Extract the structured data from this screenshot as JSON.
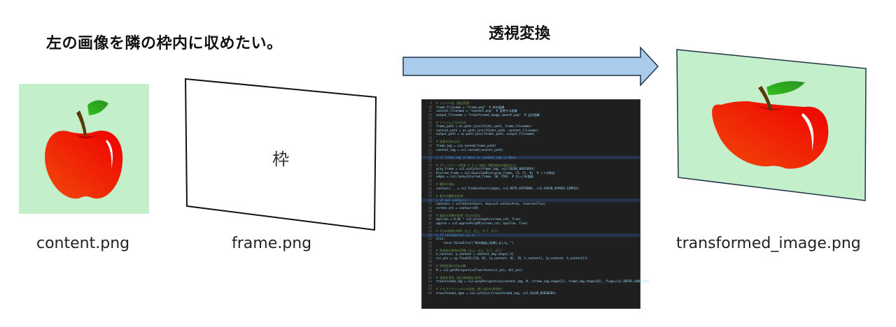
{
  "headline": "左の画像を隣の枠内に収めたい。",
  "arrow": {
    "label": "透視変換",
    "fill_color": "#a9cbec",
    "stroke_color": "#1f3347"
  },
  "content_image": {
    "caption": "content.png",
    "background_color": "#c3f0cb",
    "subject": "apple-icon"
  },
  "frame_image": {
    "caption": "frame.png",
    "label": "枠"
  },
  "transformed_image": {
    "caption": "transformed_image.png",
    "background_color": "#c3f0cb",
    "subject": "apple-icon"
  },
  "code_editor": {
    "background_color": "#1f1f1f",
    "lines": [
      {
        "n": "9",
        "text": "# ファイル名（適宜変更）",
        "type": "comment"
      },
      {
        "n": "10",
        "text": "frame_filename = \"frame.png\"  # 枠の画像",
        "type": "code"
      },
      {
        "n": "11",
        "text": "content_filename = \"content.png\"  # 変更する画像",
        "type": "code"
      },
      {
        "n": "12",
        "text": "output_filename = \"transformed_image_smooth.png\"  # 出力画像",
        "type": "code"
      },
      {
        "n": "13",
        "text": "",
        "type": "blank"
      },
      {
        "n": "14",
        "text": "# ファイルパスの生成",
        "type": "comment"
      },
      {
        "n": "15",
        "text": "frame_path = os.path.join(folder_path, frame_filename)",
        "type": "code"
      },
      {
        "n": "16",
        "text": "content_path = os.path.join(folder_path, content_filename)",
        "type": "code"
      },
      {
        "n": "17",
        "text": "output_path = os.path.join(folder_path, output_filename)",
        "type": "code"
      },
      {
        "n": "18",
        "text": "",
        "type": "blank"
      },
      {
        "n": "19",
        "text": "# 画像を読み込む",
        "type": "comment"
      },
      {
        "n": "20",
        "text": "frame_img = cv2.imread(frame_path)",
        "type": "code"
      },
      {
        "n": "21",
        "text": "content_img = cv2.imread(content_path)",
        "type": "code"
      },
      {
        "n": "22",
        "text": "",
        "type": "blank"
      },
      {
        "n": "23",
        "text": "> if frame_img is None or content_img is None: ···",
        "type": "folded"
      },
      {
        "n": "25",
        "text": "",
        "type": "blank"
      },
      {
        "n": "26",
        "text": "# グレースケール変換 & エッジ検出（輪郭検出の精度向上）",
        "type": "comment"
      },
      {
        "n": "27",
        "text": "gray_frame = cv2.cvtColor(frame_img, cv2.COLOR_BGR2GRAY)",
        "type": "code"
      },
      {
        "n": "28",
        "text": "blurred_frame = cv2.GaussianBlur(gray_frame, (5, 5), 0)  # ノイズ除去",
        "type": "code"
      },
      {
        "n": "29",
        "text": "edges = cv2.Canny(blurred_frame, 30, 150)  # エッジを強調",
        "type": "code"
      },
      {
        "n": "30",
        "text": "",
        "type": "blank"
      },
      {
        "n": "31",
        "text": "# 輪郭を検出",
        "type": "comment"
      },
      {
        "n": "32",
        "text": "contours, _ = cv2.findContours(edges, cv2.RETR_EXTERNAL, cv2.CHAIN_APPROX_SIMPLE)",
        "type": "code"
      },
      {
        "n": "33",
        "text": "",
        "type": "blank"
      },
      {
        "n": "34",
        "text": "# 最大の輪郭を取得",
        "type": "comment"
      },
      {
        "n": "35",
        "text": "> if not contours: ···",
        "type": "folded"
      },
      {
        "n": "37",
        "text": "contours = sorted(contours, key=cv2.contourArea, reverse=True)",
        "type": "code"
      },
      {
        "n": "38",
        "text": "screen_cnt = contours[0]",
        "type": "code"
      },
      {
        "n": "39",
        "text": "",
        "type": "blank"
      },
      {
        "n": "40",
        "text": "# 輪郭の四隅を取得（4点を近似）",
        "type": "comment"
      },
      {
        "n": "41",
        "text": "epsilon = 0.02 * cv2.arcLength(screen_cnt, True)",
        "type": "code"
      },
      {
        "n": "42",
        "text": "approx = cv2.approxPolyDP(screen_cnt, epsilon, True)",
        "type": "code"
      },
      {
        "n": "43",
        "text": "",
        "type": "blank"
      },
      {
        "n": "44",
        "text": "# 4点の座標を取得（左上、右上、左下、右下）",
        "type": "comment"
      },
      {
        "n": "45",
        "text": "> if len(approx) == 4: ···",
        "type": "folded"
      },
      {
        "n": "52",
        "text": "else:",
        "type": "code"
      },
      {
        "n": "53",
        "text": "    raise ValueError(\"枠の検出に失敗しました。\")",
        "type": "code"
      },
      {
        "n": "54",
        "text": "",
        "type": "blank"
      },
      {
        "n": "55",
        "text": "# 変換前の画像の四隅（左上、右上、左下、右下）",
        "type": "comment"
      },
      {
        "n": "56",
        "text": "h_content, w_content = content_img.shape[:2]",
        "type": "code"
      },
      {
        "n": "57",
        "text": "src_pts = np.float32([[0, 0], [w_content, 0], [0, h_content], [w_content, h_content]])",
        "type": "code"
      },
      {
        "n": "58",
        "text": "",
        "type": "blank"
      },
      {
        "n": "59",
        "text": "# 透視変換行列を計算",
        "type": "comment"
      },
      {
        "n": "60",
        "text": "M = cv2.getPerspectiveTransform(src_pts, dst_pts)",
        "type": "code"
      },
      {
        "n": "61",
        "text": "",
        "type": "blank"
      },
      {
        "n": "62",
        "text": "# 画像を変換（高品質補間を使用）",
        "type": "comment"
      },
      {
        "n": "63",
        "text": "transformed_img = cv2.warpPerspective(content_img, M, (frame_img.shape[1], frame_img.shape[0]), flags=cv2.INTER_LANCZOS4)",
        "type": "code"
      },
      {
        "n": "64",
        "text": "",
        "type": "blank"
      },
      {
        "n": "65",
        "text": "# アルファチャンネルを追加（黒い部分を透明化）",
        "type": "comment"
      },
      {
        "n": "66",
        "text": "transformed_rgba = cv2.cvtColor(transformed_img, cv2.COLOR_BGR2BGRA)",
        "type": "code"
      }
    ]
  }
}
